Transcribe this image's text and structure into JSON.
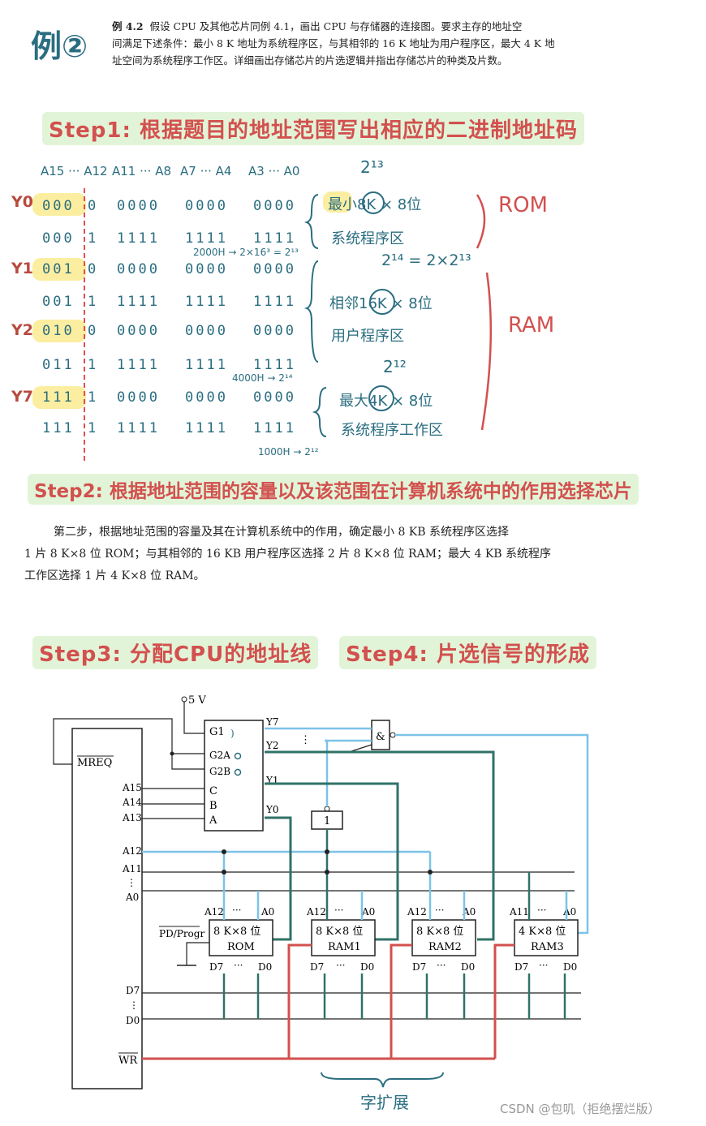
{
  "header": {
    "title": "例②",
    "problem_label": "例 4.2",
    "problem_lines": [
      "假设 CPU 及其他芯片同例 4.1，画出 CPU 与存储器的连接图。要求主存的地址空",
      "间满足下述条件：最小 8 K 地址为系统程序区，与其相邻的 16 K 地址为用户程序区，最大 4 K 地",
      "址空间为系统程序工作区。详细画出存储芯片的片选逻辑并指出存储芯片的种类及片数。"
    ]
  },
  "steps": {
    "step1": "Step1: 根据题目的地址范围写出相应的二进制地址码",
    "step2": "Step2: 根据地址范围的容量以及该范围在计算机系统中的作用选择芯片",
    "step3": "Step3: 分配CPU的地址线",
    "step4": "Step4: 片选信号的形成"
  },
  "address_table": {
    "headers": [
      "A15 ··· A12",
      "A11 ··· A8",
      "A7 ··· A4",
      "A3 ··· A0"
    ],
    "rows": [
      {
        "label": "Y0",
        "hi": "000",
        "a12": "0",
        "c1": "0000",
        "c2": "0000",
        "c3": "0000"
      },
      {
        "label": "",
        "hi": "000",
        "a12": "1",
        "c1": "1111",
        "c2": "1111",
        "c3": "1111"
      },
      {
        "label": "Y1",
        "hi": "001",
        "a12": "0",
        "c1": "0000",
        "c2": "0000",
        "c3": "0000"
      },
      {
        "label": "",
        "hi": "001",
        "a12": "1",
        "c1": "1111",
        "c2": "1111",
        "c3": "1111"
      },
      {
        "label": "Y2",
        "hi": "010",
        "a12": "0",
        "c1": "0000",
        "c2": "0000",
        "c3": "0000"
      },
      {
        "label": "",
        "hi": "011",
        "a12": "1",
        "c1": "1111",
        "c2": "1111",
        "c3": "1111"
      },
      {
        "label": "Y7",
        "hi": "111",
        "a12": "1",
        "c1": "0000",
        "c2": "0000",
        "c3": "0000"
      },
      {
        "label": "",
        "hi": "111",
        "a12": "1",
        "c1": "1111",
        "c2": "1111",
        "c3": "1111"
      }
    ],
    "calc_notes": [
      "2000H → 2×16³ = 2¹³",
      "4000H → 2¹⁴",
      "1000H → 2¹²"
    ]
  },
  "annotations": {
    "power1": "2¹³",
    "group1": [
      "最小8K × 8位",
      "系统程序区"
    ],
    "power2": "2¹⁴ = 2×2¹³",
    "group2": [
      "相邻16K × 8位",
      "用户程序区"
    ],
    "power3": "2¹²",
    "group3": [
      "最大4K × 8位",
      "系统程序工作区"
    ],
    "rom_label": "ROM",
    "ram_label": "RAM"
  },
  "step2_text": [
    "第二步，根据地址范围的容量及其在计算机系统中的作用，确定最小 8 KB 系统程序区选择",
    "1 片 8 K×8 位 ROM；与其相邻的 16 KB 用户程序区选择 2 片 8 K×8 位 RAM；最大 4 KB 系统程序",
    "工作区选择 1 片 4 K×8 位 RAM。"
  ],
  "circuit": {
    "power": "5 V",
    "cpu_signals": [
      "MREQ",
      "A15",
      "A14",
      "A13",
      "A12",
      "A11",
      "A0",
      "D7",
      "D0",
      "WR"
    ],
    "decoder_inputs": [
      "G1",
      "G2A",
      "G2B",
      "C",
      "B",
      "A"
    ],
    "decoder_outputs": [
      "Y7",
      "Y2",
      "Y1",
      "Y0"
    ],
    "and_gate": "&",
    "inverter": "1",
    "pd_label": "PD/Progr",
    "chips": [
      {
        "top": "8 K×8 位",
        "bottom": "ROM",
        "addr_hi": "A12",
        "addr_lo": "A0"
      },
      {
        "top": "8 K×8 位",
        "bottom": "RAM1",
        "addr_hi": "A12",
        "addr_lo": "A0"
      },
      {
        "top": "8 K×8 位",
        "bottom": "RAM2",
        "addr_hi": "A12",
        "addr_lo": "A0"
      },
      {
        "top": "4 K×8 位",
        "bottom": "RAM3",
        "addr_hi": "A11",
        "addr_lo": "A0"
      }
    ],
    "data_hi": "D7",
    "data_lo": "D0",
    "ellipsis": "···",
    "word_extension": "字扩展"
  },
  "footer": "CSDN @包叽（拒绝摆烂版）",
  "colors": {
    "teal": "#2a6d80",
    "red": "#d2504e",
    "blue": "#7cc3e8",
    "dark_green": "#2f7268",
    "highlight": "#fbeea0"
  }
}
